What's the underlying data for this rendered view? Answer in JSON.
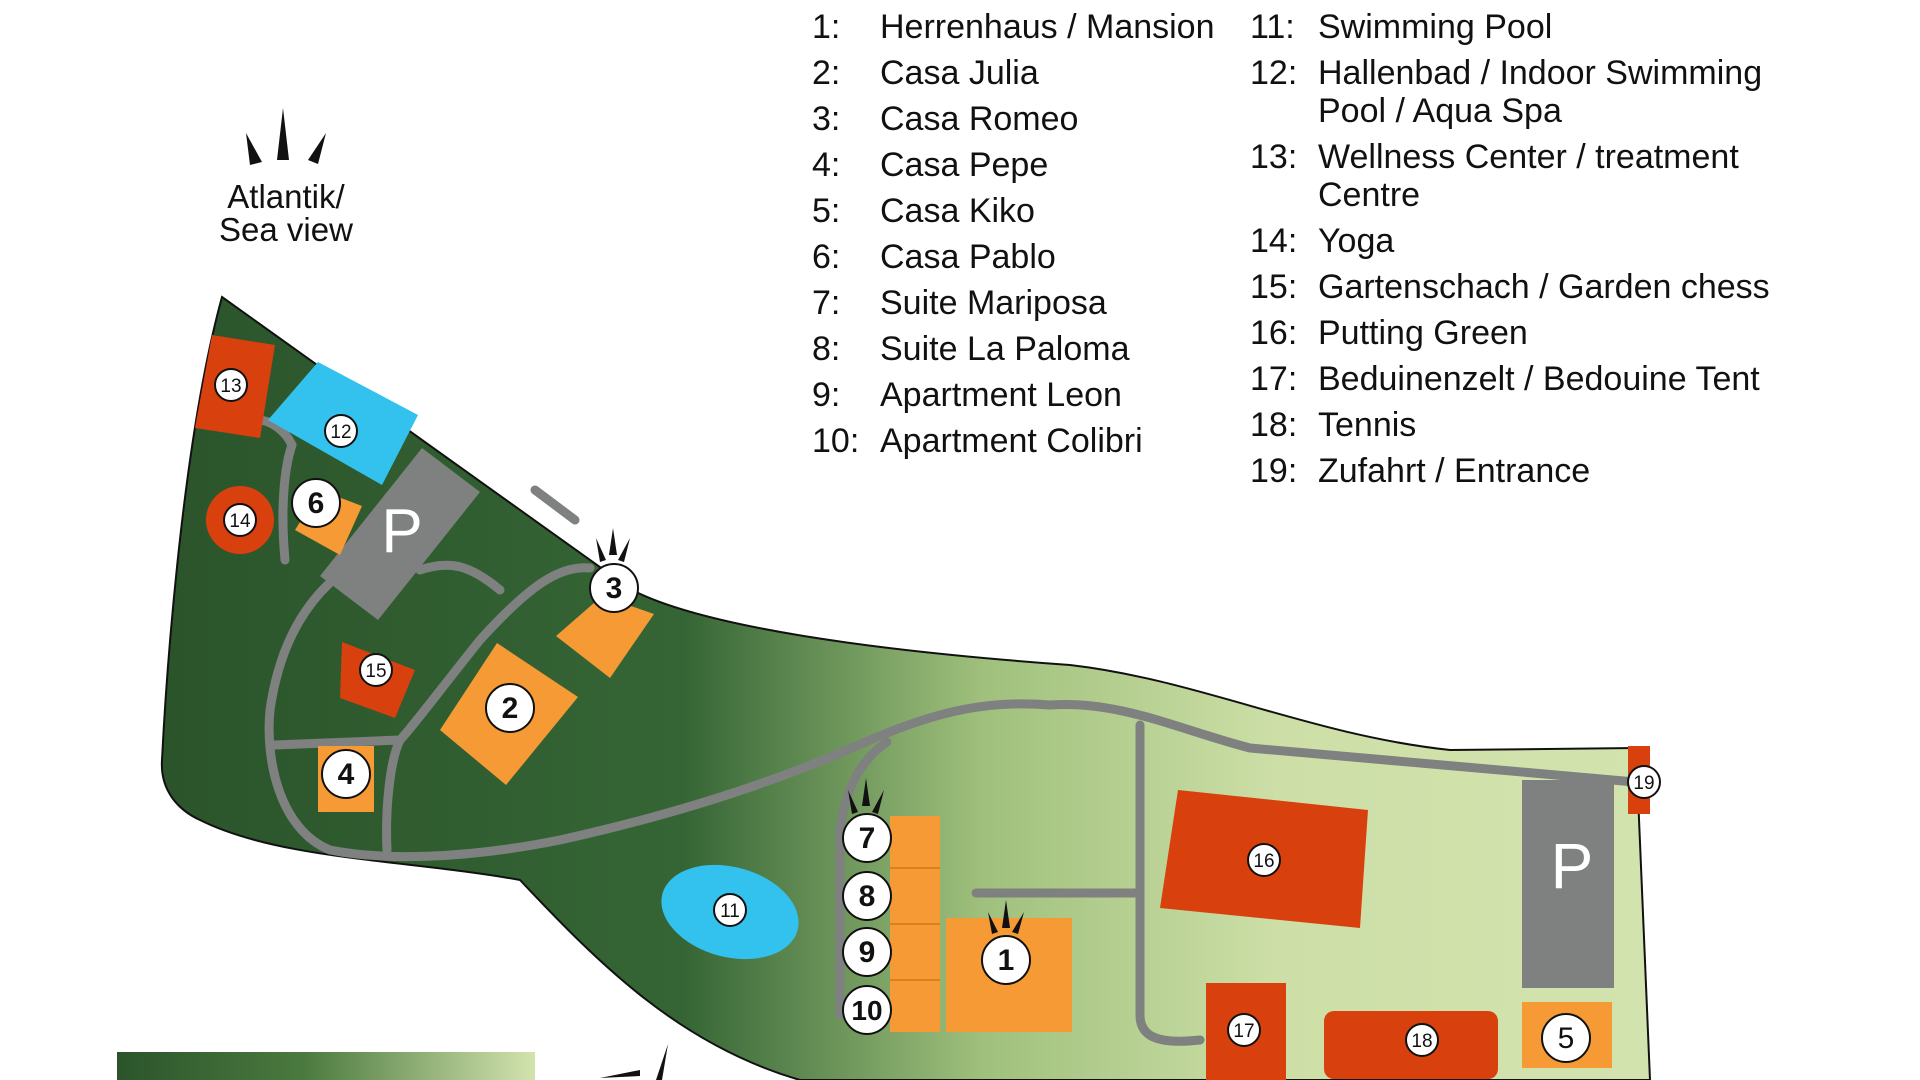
{
  "sea_view_label": "Atlantik/\nSea view",
  "legend_left": [
    {
      "num": "1:",
      "name": "Herrenhaus / Mansion"
    },
    {
      "num": "2:",
      "name": "Casa Julia"
    },
    {
      "num": "3:",
      "name": "Casa Romeo"
    },
    {
      "num": "4:",
      "name": "Casa Pepe"
    },
    {
      "num": "5:",
      "name": "Casa Kiko"
    },
    {
      "num": "6:",
      "name": "Casa Pablo"
    },
    {
      "num": "7:",
      "name": "Suite Mariposa"
    },
    {
      "num": "8:",
      "name": "Suite La Paloma"
    },
    {
      "num": "9:",
      "name": "Apartment Leon"
    },
    {
      "num": "10:",
      "name": "Apartment Colibri"
    }
  ],
  "legend_right": [
    {
      "num": "11:",
      "name": "Swimming Pool"
    },
    {
      "num": "12:",
      "name": "Hallenbad / Indoor Swimming Pool / Aqua Spa"
    },
    {
      "num": "13:",
      "name": "Wellness Center / treatment Centre"
    },
    {
      "num": "14:",
      "name": "Yoga"
    },
    {
      "num": "15:",
      "name": "Gartenschach / Garden chess"
    },
    {
      "num": "16:",
      "name": "Putting Green"
    },
    {
      "num": "17:",
      "name": "Beduinenzelt / Bedouine Tent"
    },
    {
      "num": "18:",
      "name": "Tennis"
    },
    {
      "num": "19:",
      "name": "Zufahrt / Entrance"
    }
  ],
  "map_labels": {
    "n1": "1",
    "n2": "2",
    "n3": "3",
    "n4": "4",
    "n5": "5",
    "n6": "6",
    "n7": "7",
    "n8": "8",
    "n9": "9",
    "n10": "10",
    "n11": "11",
    "n12": "12",
    "n13": "13",
    "n14": "14",
    "n15": "15",
    "n16": "16",
    "n17": "17",
    "n18": "18",
    "n19": "19",
    "parking": "P"
  },
  "colors": {
    "dark_green": "#2e5a2e",
    "light_green": "#cfe0a8",
    "house_orange": "#f59a35",
    "facility_red": "#d8400e",
    "pool_blue": "#33c2ee",
    "road_gray": "#7f8080"
  }
}
